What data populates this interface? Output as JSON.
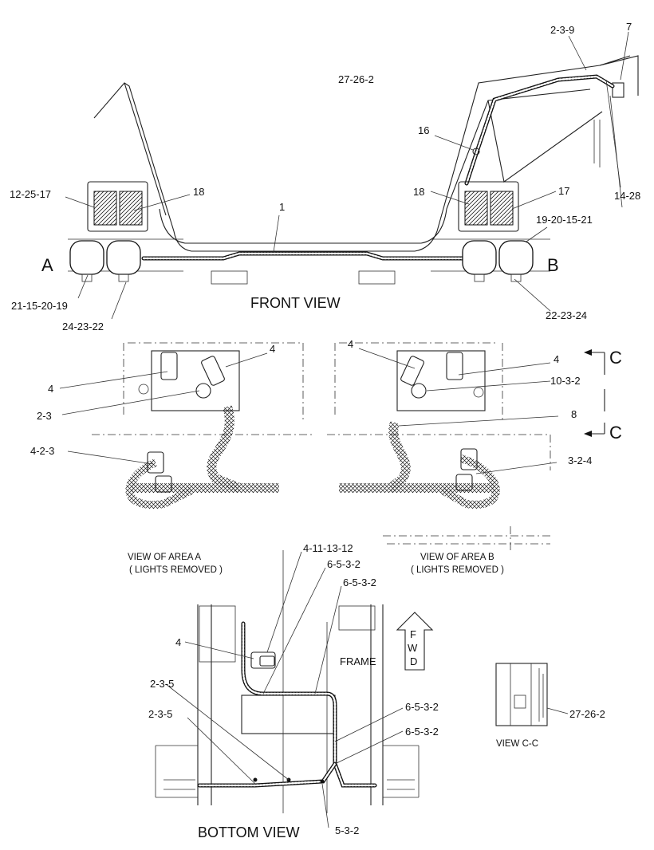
{
  "views": {
    "front": "FRONT VIEW",
    "area_a": "VIEW OF AREA  A",
    "area_a_note": "( LIGHTS REMOVED )",
    "area_b": "VIEW OF AREA  B",
    "area_b_note": "( LIGHTS REMOVED )",
    "section_cc": "VIEW  C-C",
    "bottom": "BOTTOM VIEW"
  },
  "markers": {
    "a": "A",
    "b": "B",
    "c_top": "C",
    "c_bottom": "C",
    "frame": "FRAME",
    "fwd": [
      "F",
      "W",
      "D"
    ]
  },
  "callouts": {
    "c_27_26_2_top": "27-26-2",
    "c_2_3_9": "2-3-9",
    "c_7": "7",
    "c_16": "16",
    "c_14_28": "14-28",
    "c_12_25_17": "12-25-17",
    "c_18_left": "18",
    "c_18_right": "18",
    "c_17": "17",
    "c_1": "1",
    "c_19_20_15_21": "19-20-15-21",
    "c_21_15_20_19": "21-15-20-19",
    "c_24_23_22": "24-23-22",
    "c_22_23_24": "22-23-24",
    "c_4_a_top": "4",
    "c_4_a_left": "4",
    "c_2_3": "2-3",
    "c_4_2_3": "4-2-3",
    "c_4_b_top": "4",
    "c_4_b_right": "4",
    "c_10_3_2": "10-3-2",
    "c_8": "8",
    "c_3_2_4": "3-2-4",
    "c_4_11_13_12": "4-11-13-12",
    "c_6_5_3_2_a": "6-5-3-2",
    "c_6_5_3_2_b": "6-5-3-2",
    "c_4_bottom": "4",
    "c_2_3_5_a": "2-3-5",
    "c_2_3_5_b": "2-3-5",
    "c_6_5_3_2_c": "6-5-3-2",
    "c_6_5_3_2_d": "6-5-3-2",
    "c_27_26_2_cc": "27-26-2",
    "c_5_3_2": "5-3-2"
  }
}
